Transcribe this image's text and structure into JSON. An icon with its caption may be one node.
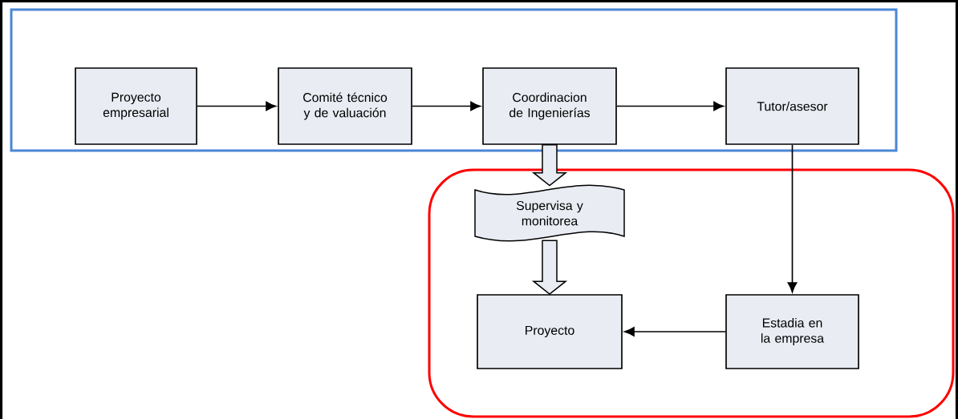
{
  "diagram": {
    "nodes": [
      {
        "text": [],
        "shape": "box"
      },
      {
        "text": [
          "Proyecto empresarial"
        ],
        "in": 0
      },
      {
        "text": [
          "Comité técnico y de valuación"
        ],
        "in": 0
      },
      {
        "text": [
          "Coordinacion de Ingenierías"
        ],
        "in": 0
      },
      {
        "text": [
          "Tutor/asesor"
        ],
        "in": 0
      },
      {
        "text": [],
        "shape": "box"
      },
      {
        "text": [
          "Supervisa y monitorea"
        ],
        "in": 5
      },
      {
        "text": [
          "Proyecto"
        ],
        "in": 5
      },
      {
        "text": [
          "Estadia en la empresa"
        ],
        "in": 5
      }
    ],
    "edges": [
      {
        "from": 1,
        "to": 2,
        "arrow": "to"
      },
      {
        "from": 2,
        "to": 3,
        "arrow": "to"
      },
      {
        "from": 3,
        "to": 4,
        "arrow": "to"
      },
      {
        "from": 3,
        "to": 6,
        "arrow": "to",
        "style": "thick"
      },
      {
        "from": 6,
        "to": 7,
        "arrow": "to",
        "style": "thick"
      },
      {
        "from": 4,
        "to": 8,
        "arrow": "to"
      },
      {
        "from": 8,
        "to": 7,
        "arrow": "to"
      }
    ]
  }
}
